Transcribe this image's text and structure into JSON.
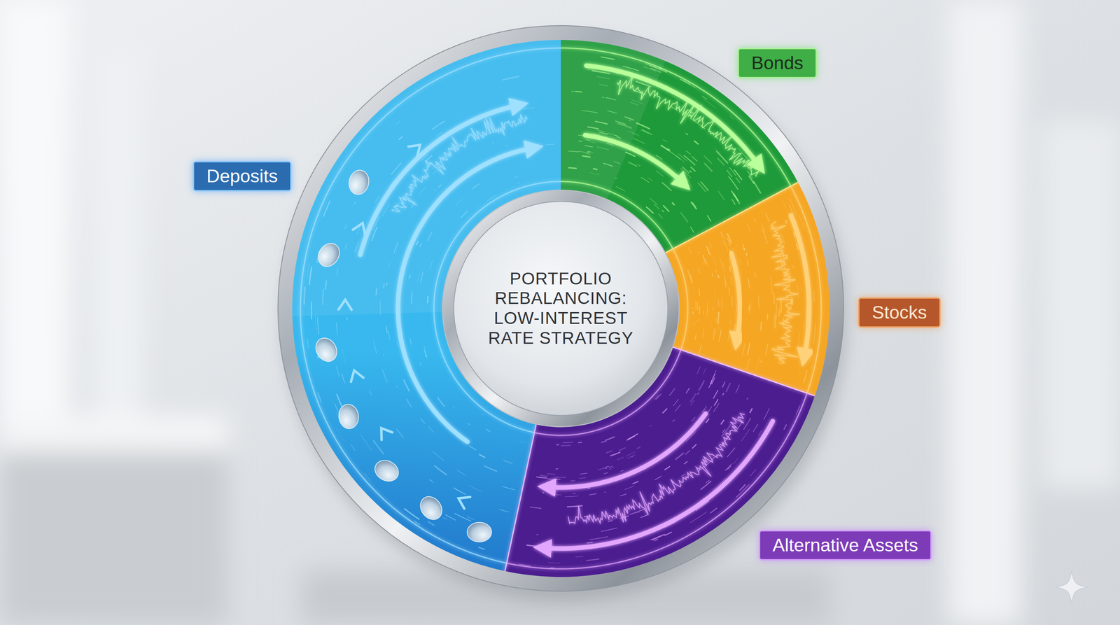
{
  "diagram": {
    "nodes": [
      {
        "text": [
          "PORTFOLIO REBALANCING: LOW-INTEREST RATE STRATEGY"
        ]
      },
      {
        "text": [
          "Deposits"
        ]
      },
      {
        "text": [
          "Bonds"
        ]
      },
      {
        "text": [
          "Stocks"
        ]
      },
      {
        "text": [
          "Alternative Assets"
        ]
      }
    ]
  }
}
